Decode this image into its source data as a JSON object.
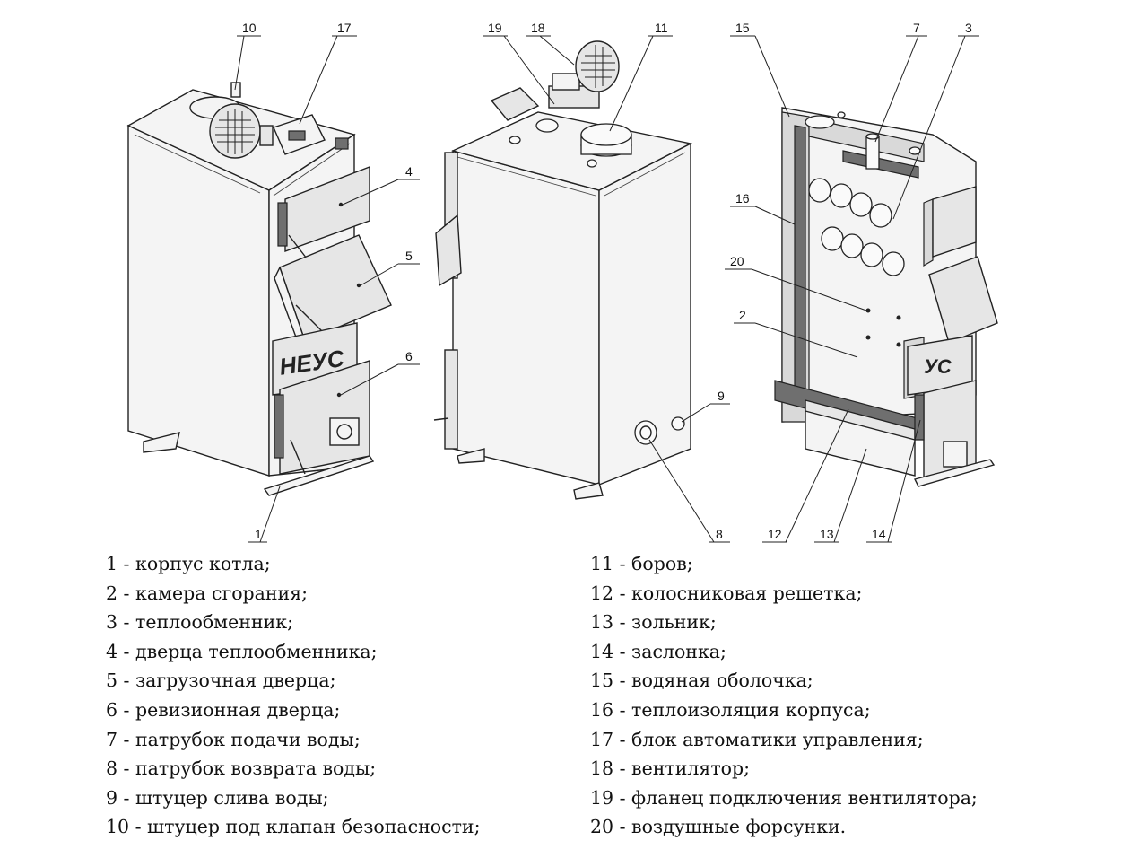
{
  "logo": {
    "full": "НЕУС",
    "short": "УС"
  },
  "callouts": [
    {
      "id": "10",
      "label": "10"
    },
    {
      "id": "17",
      "label": "17"
    },
    {
      "id": "4",
      "label": "4"
    },
    {
      "id": "5",
      "label": "5"
    },
    {
      "id": "6",
      "label": "6"
    },
    {
      "id": "1",
      "label": "1"
    },
    {
      "id": "19",
      "label": "19"
    },
    {
      "id": "18",
      "label": "18"
    },
    {
      "id": "11",
      "label": "11"
    },
    {
      "id": "9",
      "label": "9"
    },
    {
      "id": "8",
      "label": "8"
    },
    {
      "id": "15",
      "label": "15"
    },
    {
      "id": "7",
      "label": "7"
    },
    {
      "id": "3",
      "label": "3"
    },
    {
      "id": "16",
      "label": "16"
    },
    {
      "id": "20",
      "label": "20"
    },
    {
      "id": "2",
      "label": "2"
    },
    {
      "id": "12",
      "label": "12"
    },
    {
      "id": "13",
      "label": "13"
    },
    {
      "id": "14",
      "label": "14"
    }
  ],
  "legend": {
    "left": [
      "1 - корпус котла;",
      "2 - камера сгорания;",
      "3 - теплообменник;",
      "4 - дверца теплообменника;",
      "5 - загрузочная дверца;",
      "6 - ревизионная дверца;",
      "7 - патрубок подачи воды;",
      "8 - патрубок возврата воды;",
      "9 - штуцер слива воды;",
      "10 - штуцер под клапан безопасности;"
    ],
    "right": [
      "11 - боров;",
      "12 - колосниковая решетка;",
      "13 - зольник;",
      "14 - заслонка;",
      "15 - водяная оболочка;",
      "16 - теплоизоляция корпуса;",
      "17 - блок автоматики управления;",
      "18 - вентилятор;",
      "19 - фланец подключения вентилятора;",
      "20 - воздушные форсунки."
    ]
  }
}
